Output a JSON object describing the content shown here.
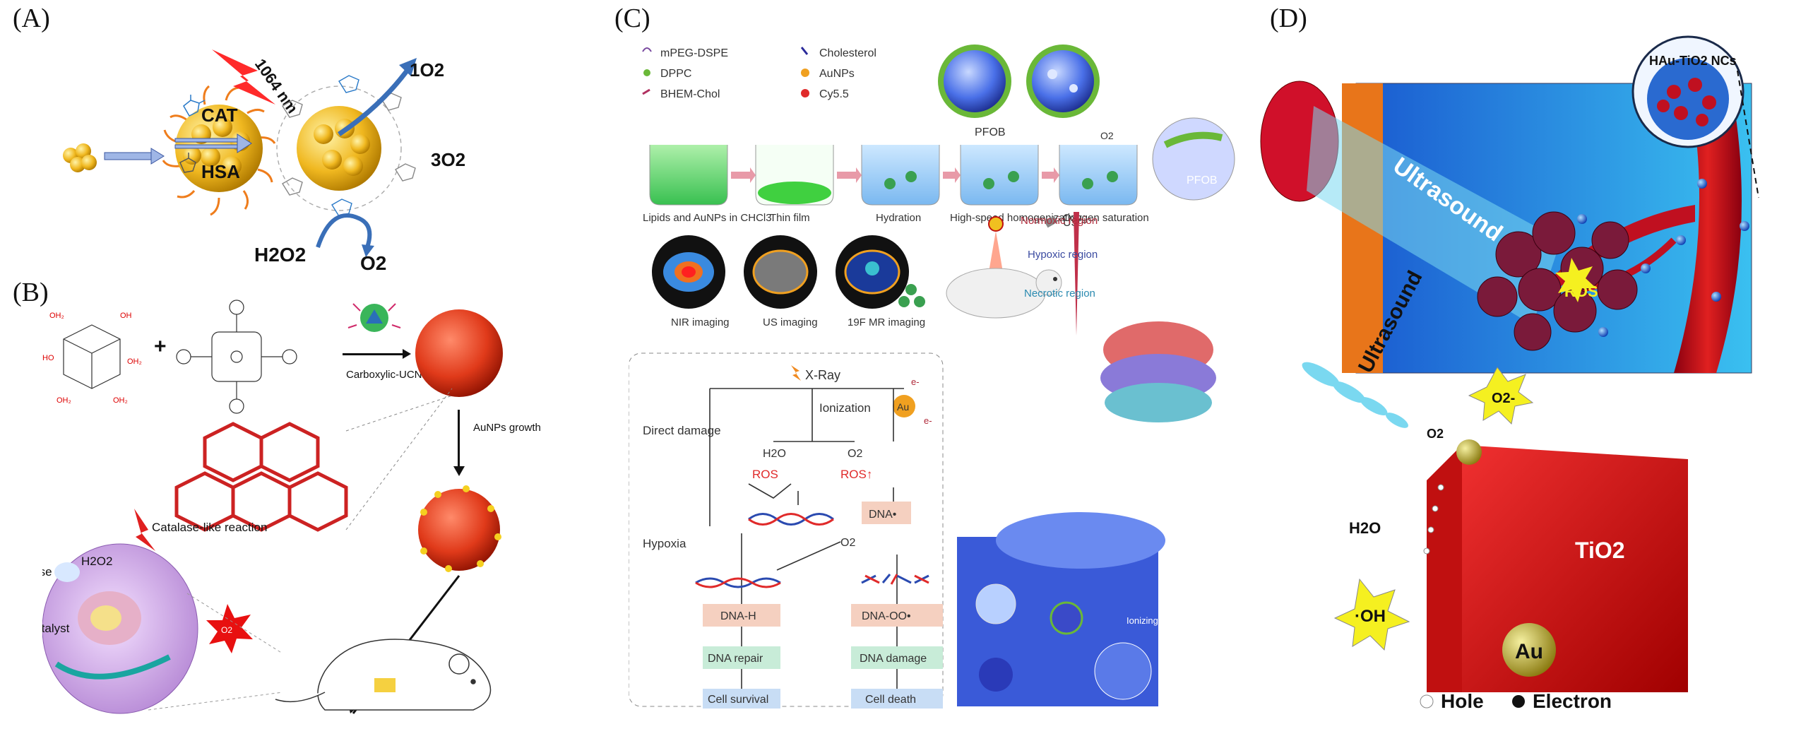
{
  "panels": {
    "a": {
      "label": "(A)",
      "laser": "1064 nm",
      "cat": "CAT",
      "hsa": "HSA",
      "singlet_o2": "1O2",
      "triplet_o2": "3O2",
      "h2o2": "H2O2",
      "o2": "O2"
    },
    "b": {
      "label": "(B)",
      "ucnps": "Carboxylic-UCNPs",
      "aunps_growth": "AuNPs growth",
      "catalase": "Catalase-like reaction",
      "glucose": "glucose",
      "h2o2": "H2O2",
      "biocatalyst": "biocatalyst",
      "o2_burst": "O2"
    },
    "c": {
      "label": "(C)",
      "legend": [
        "mPEG-DSPE",
        "Cholesterol",
        "DPPC",
        "AuNPs",
        "BHEM-Chol",
        "Cy5.5"
      ],
      "steps": [
        "Lipids and AuNPs in CHCl3",
        "Thin film",
        "Hydration",
        "High-speed homogenization",
        "Oxygen saturation"
      ],
      "pfob": "PFOB",
      "o2": "O2",
      "pfob_particle": "PFOB",
      "imaging": [
        "NIR imaging",
        "US imaging",
        "19F MR imaging"
      ],
      "us": "US",
      "regions": [
        "Normoxic region",
        "Hypoxic region",
        "Necrotic region"
      ],
      "flow": {
        "xray": "X-Ray",
        "au": "Au",
        "ionization": "Ionization",
        "direct_damage": "Direct damage",
        "h2o": "H2O",
        "o2": "O2",
        "ros": "ROS",
        "ros_up": "ROS↑",
        "dna_radical": "DNA•",
        "hypoxia": "Hypoxia",
        "o2_mid": "O2",
        "dna_h": "DNA-H",
        "dna_oo": "DNA-OO•",
        "dna_repair": "DNA repair",
        "dna_damage": "DNA damage",
        "cell_survival": "Cell survival",
        "cell_death": "Cell death",
        "e1": "e-",
        "e2": "e-"
      },
      "ionizing": "Ionizing radiation"
    },
    "d": {
      "label": "(D)",
      "hau": "HAu-TiO2 NCs",
      "ultrasound_top": "Ultrasound",
      "ros": "ROS",
      "ultrasound_bottom": "Ultrasound",
      "o2_minus": "O2-",
      "o2": "O2",
      "h2o": "H2O",
      "oh": "·OH",
      "tio2": "TiO2",
      "au": "Au",
      "hole": "Hole",
      "electron": "Electron"
    }
  }
}
